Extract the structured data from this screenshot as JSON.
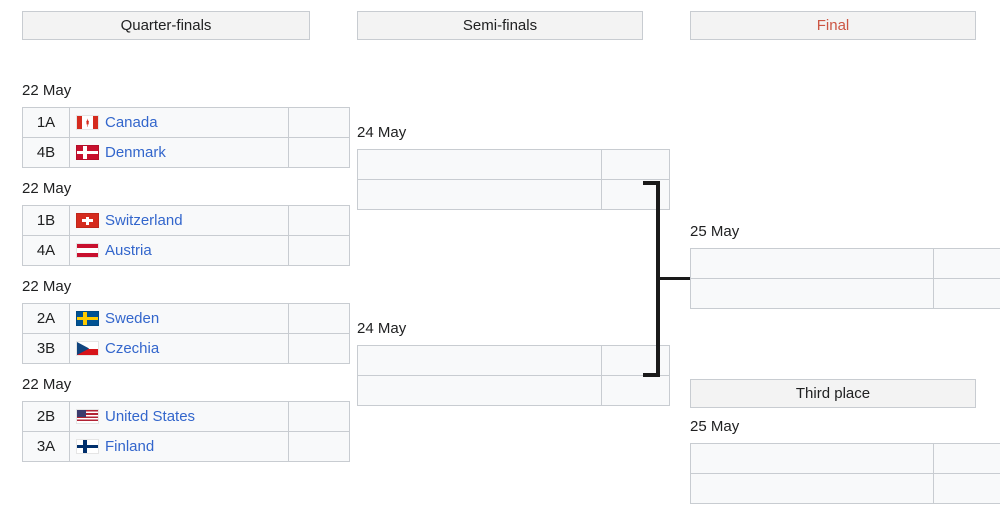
{
  "rounds": {
    "quarterfinals": {
      "label": "Quarter-finals"
    },
    "semifinals": {
      "label": "Semi-finals"
    },
    "final": {
      "label": "Final",
      "color": "#cc5543"
    },
    "thirdplace": {
      "label": "Third place"
    }
  },
  "quarterfinals": [
    {
      "date": "22 May",
      "rows": [
        {
          "seed": "1A",
          "team": "Canada",
          "flag": "flag-canada-icon",
          "score": ""
        },
        {
          "seed": "4B",
          "team": "Denmark",
          "flag": "flag-denmark-icon",
          "score": ""
        }
      ]
    },
    {
      "date": "22 May",
      "rows": [
        {
          "seed": "1B",
          "team": "Switzerland",
          "flag": "flag-switzerland-icon",
          "score": ""
        },
        {
          "seed": "4A",
          "team": "Austria",
          "flag": "flag-austria-icon",
          "score": ""
        }
      ]
    },
    {
      "date": "22 May",
      "rows": [
        {
          "seed": "2A",
          "team": "Sweden",
          "flag": "flag-sweden-icon",
          "score": ""
        },
        {
          "seed": "3B",
          "team": "Czechia",
          "flag": "flag-czechia-icon",
          "score": ""
        }
      ]
    },
    {
      "date": "22 May",
      "rows": [
        {
          "seed": "2B",
          "team": "United States",
          "flag": "flag-unitedstates-icon",
          "score": ""
        },
        {
          "seed": "3A",
          "team": "Finland",
          "flag": "flag-finland-icon",
          "score": ""
        }
      ]
    }
  ],
  "semifinals": [
    {
      "date": "24 May",
      "rows": [
        {
          "team": "",
          "score": ""
        },
        {
          "team": "",
          "score": ""
        }
      ]
    },
    {
      "date": "24 May",
      "rows": [
        {
          "team": "",
          "score": ""
        },
        {
          "team": "",
          "score": ""
        }
      ]
    }
  ],
  "final": {
    "date": "25 May",
    "rows": [
      {
        "team": "",
        "score": ""
      },
      {
        "team": "",
        "score": ""
      }
    ]
  },
  "thirdplace": {
    "date": "25 May",
    "rows": [
      {
        "team": "",
        "score": ""
      },
      {
        "team": "",
        "score": ""
      }
    ]
  }
}
